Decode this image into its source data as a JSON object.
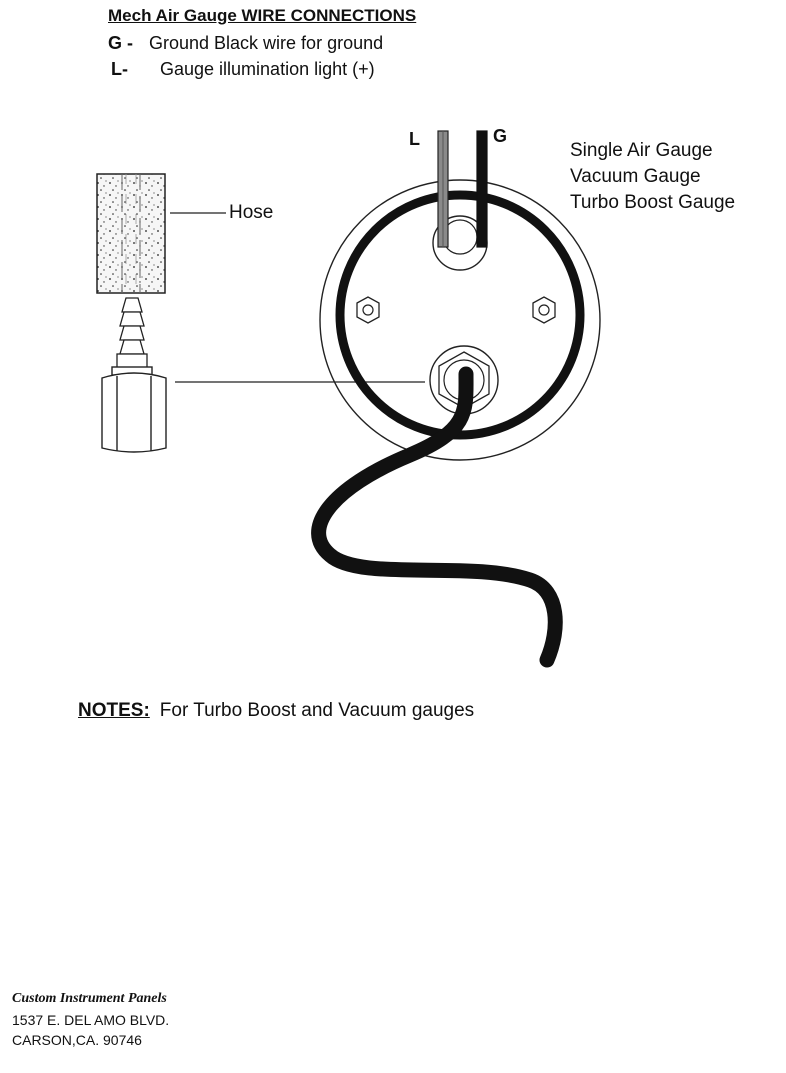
{
  "header": {
    "title": "Mech Air Gauge WIRE CONNECTIONS",
    "connections": [
      {
        "code": "G -",
        "description": "Ground Black wire for ground"
      },
      {
        "code": "L-",
        "description": "Gauge illumination light (+)"
      }
    ]
  },
  "diagram": {
    "hose_label": "Hose",
    "terminal_l": "L",
    "terminal_g": "G",
    "gauge_types": [
      "Single Air Gauge",
      "Vacuum Gauge",
      "Turbo Boost Gauge"
    ]
  },
  "notes": {
    "label": "NOTES:",
    "text": "For Turbo Boost and Vacuum gauges"
  },
  "footer": {
    "company": "Custom Instrument Panels",
    "address_line1": "1537 E. DEL AMO BLVD.",
    "address_line2": "CARSON,CA. 90746"
  }
}
